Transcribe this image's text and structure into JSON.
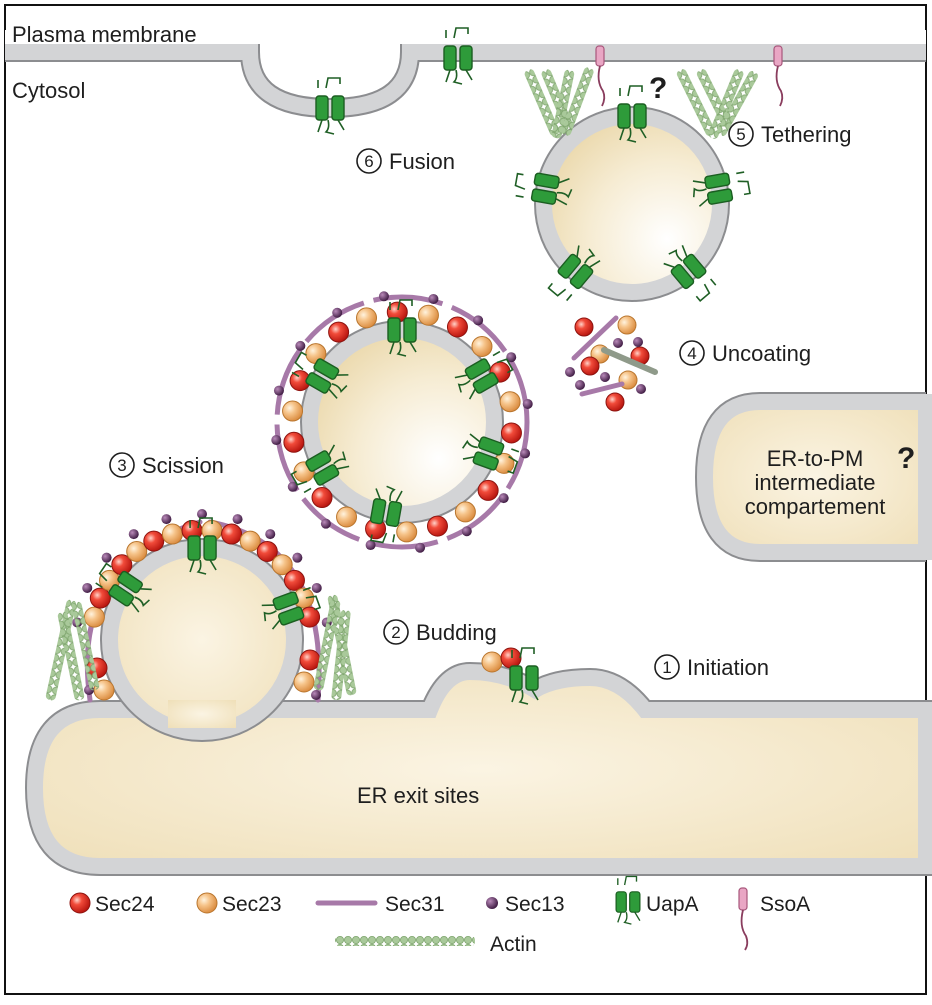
{
  "regions": {
    "plasma_membrane": "Plasma membrane",
    "cytosol": "Cytosol",
    "er_exit_sites": "ER exit sites"
  },
  "steps": [
    {
      "number": "1",
      "label": "Initiation"
    },
    {
      "number": "2",
      "label": "Budding"
    },
    {
      "number": "3",
      "label": "Scission"
    },
    {
      "number": "4",
      "label": "Uncoating"
    },
    {
      "number": "5",
      "label": "Tethering"
    },
    {
      "number": "6",
      "label": "Fusion"
    }
  ],
  "compartment": {
    "line1": "ER-to-PM",
    "line2": "intermediate",
    "line3": "compartement",
    "question": "?"
  },
  "tethering_question": "?",
  "legend": {
    "sec24": "Sec24",
    "sec23": "Sec23",
    "sec31": "Sec31",
    "sec13": "Sec13",
    "uapa": "UapA",
    "ssoa": "SsoA",
    "actin": "Actin"
  },
  "colors": {
    "membrane": "#cfd0d2",
    "membrane_edge": "#8c8d90",
    "lumen": "#f3e6c6",
    "sec24": "#e2231a",
    "sec23": "#f2b36b",
    "sec31": "#a779a8",
    "sec13": "#4a1f4e",
    "uapa": "#2e9b3a",
    "ssoa": "#e9a6c4",
    "actin": "#9cbf8c"
  }
}
